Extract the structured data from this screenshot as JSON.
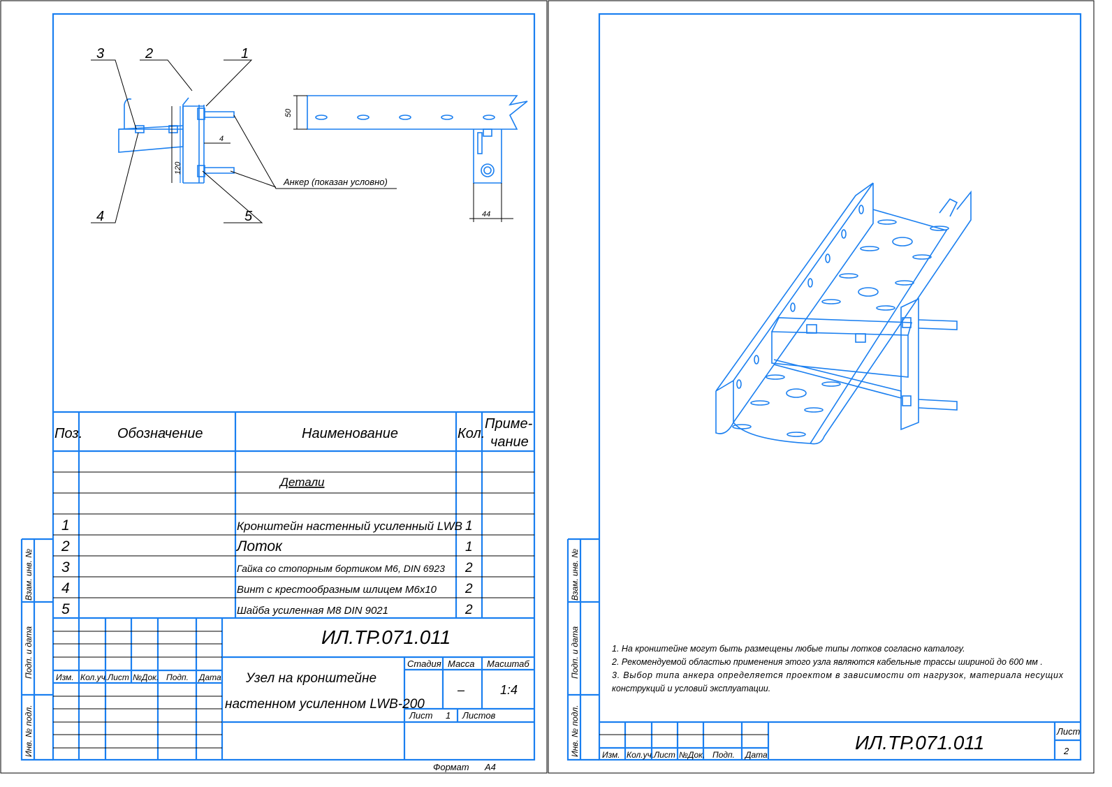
{
  "sheet1": {
    "callouts": [
      "1",
      "2",
      "3",
      "4",
      "5"
    ],
    "anchor_note": "Анкер (показан условно)",
    "dims": {
      "d50": "50",
      "d4": "4",
      "d120": "120",
      "d44": "44"
    },
    "spec": {
      "headers": {
        "pos": "Поз.",
        "designation": "Обозначение",
        "name": "Наименование",
        "qty": "Кол.",
        "note1": "Приме-",
        "note2": "чание"
      },
      "section": "Детали",
      "rows": [
        {
          "pos": "1",
          "name": "Кронштейн настенный усиленный LWB",
          "qty": "1"
        },
        {
          "pos": "2",
          "name": "Лоток",
          "qty": "1"
        },
        {
          "pos": "3",
          "name": "Гайка со стопорным бортиком М6, DIN 6923",
          "qty": "2"
        },
        {
          "pos": "4",
          "name": "Винт с крестообразным шлицем М6х10",
          "qty": "2"
        },
        {
          "pos": "5",
          "name": "Шайба усиленная М8 DIN 9021",
          "qty": "2"
        }
      ]
    },
    "title_block": {
      "doc_number": "ИЛ.ТР.071.011",
      "title_line1": "Узел на кронштейне",
      "title_line2": "настенном усиленном LWB-200",
      "col_headers": [
        "Изм.",
        "Кол.уч.",
        "Лист",
        "№Док.",
        "Подп.",
        "Дата"
      ],
      "stage_label": "Стадия",
      "mass_label": "Масса",
      "scale_label": "Масштаб",
      "mass": "–",
      "scale": "1:4",
      "sheet_label": "Лист",
      "sheet_no": "1",
      "sheets_label": "Листов"
    },
    "side_strip": [
      "Взам. инв. №",
      "Подп. и дата",
      "Инв. № подл."
    ],
    "format": "Формат",
    "format_value": "А4"
  },
  "sheet2": {
    "notes": [
      "1. На кронштейне  могут быть размещены любые типы лотков согласно каталогу.",
      "2. Рекомендуемой областью применения этого узла являются кабельные трассы шириной до 600 мм .",
      "3.  Выбор  типа  анкера  определяется  проектом  в  зависимости  от  нагрузок,  материала  несущих",
      "конструкций и условий эксплуатации."
    ],
    "title_block": {
      "doc_number": "ИЛ.ТР.071.011",
      "col_headers": [
        "Изм.",
        "Кол.уч.",
        "Лист",
        "№Док.",
        "Подп.",
        "Дата"
      ],
      "sheet_label": "Лист",
      "sheet_no": "2"
    },
    "side_strip": [
      "Взам. инв. №",
      "Подп. и дата",
      "Инв. № подл."
    ]
  }
}
